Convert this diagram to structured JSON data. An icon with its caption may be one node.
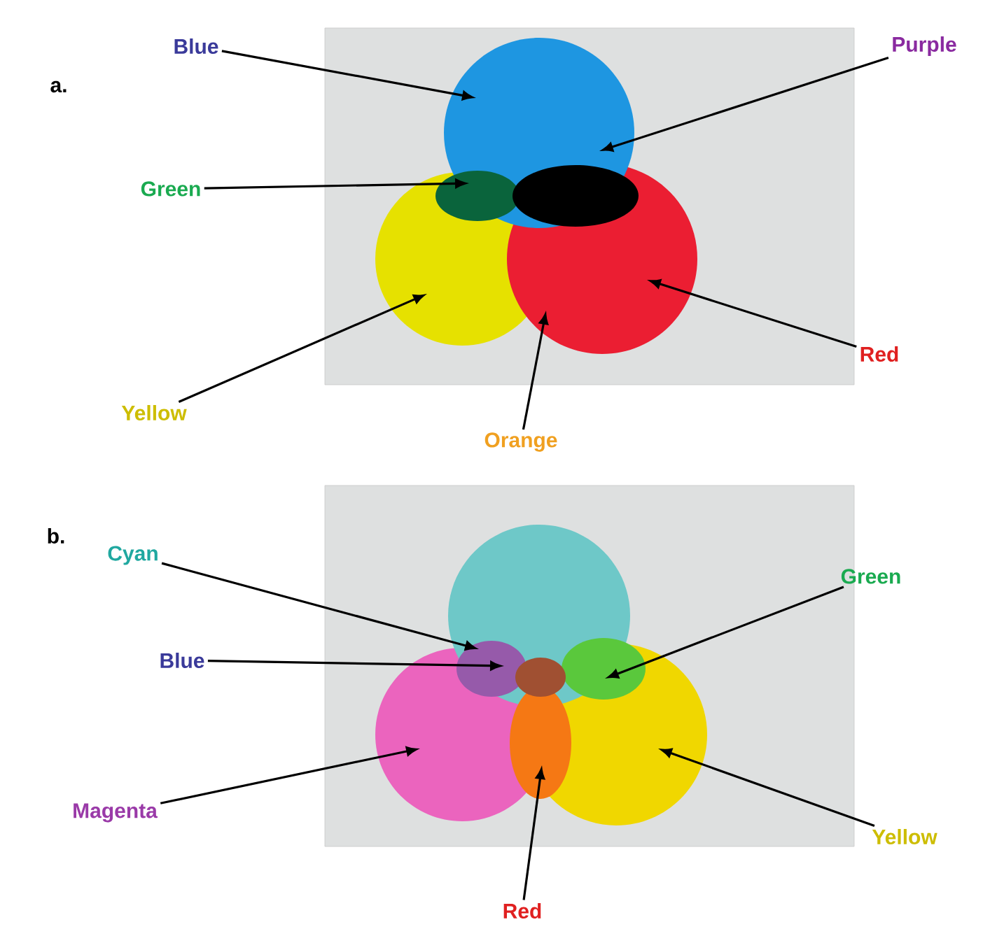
{
  "diagram": {
    "nodes": [
      {
        "text": [
          "Blue"
        ]
      },
      {
        "text": [
          "Purple"
        ]
      },
      {
        "text": [
          "Green"
        ]
      },
      {
        "text": [
          "Yellow"
        ]
      },
      {
        "text": [
          "Red"
        ]
      },
      {
        "text": [
          "Orange"
        ]
      },
      {
        "text": [
          "Cyan"
        ]
      },
      {
        "text": [
          "Green"
        ]
      },
      {
        "text": [
          "Blue"
        ]
      },
      {
        "text": [
          "Magenta"
        ]
      },
      {
        "text": [
          "Yellow"
        ]
      },
      {
        "text": [
          "Red"
        ]
      }
    ],
    "edges": [
      {
        "from": 0,
        "to": null,
        "arrow": "to"
      },
      {
        "from": 1,
        "to": null,
        "arrow": "to"
      },
      {
        "from": 2,
        "to": null,
        "arrow": "to"
      },
      {
        "from": 3,
        "to": null,
        "arrow": "to"
      },
      {
        "from": 4,
        "to": null,
        "arrow": "to"
      },
      {
        "from": 5,
        "to": null,
        "arrow": "to"
      },
      {
        "from": 6,
        "to": null,
        "arrow": "to"
      },
      {
        "from": 7,
        "to": null,
        "arrow": "to"
      },
      {
        "from": 8,
        "to": null,
        "arrow": "to"
      },
      {
        "from": 9,
        "to": null,
        "arrow": "to"
      },
      {
        "from": 10,
        "to": null,
        "arrow": "to"
      },
      {
        "from": 11,
        "to": null,
        "arrow": "to"
      }
    ],
    "labels": [
      "a.",
      "b."
    ]
  }
}
